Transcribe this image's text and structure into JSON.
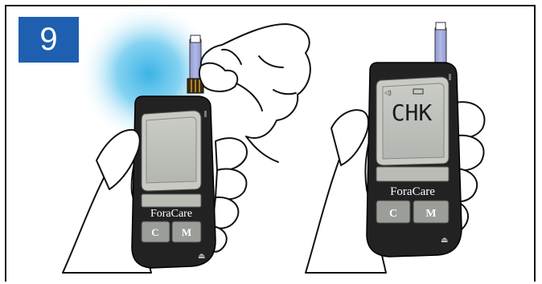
{
  "step": {
    "number": "9"
  },
  "left_meter": {
    "brand": "ForaCare",
    "button_c": "C",
    "button_m": "M",
    "display": ""
  },
  "right_meter": {
    "brand": "ForaCare",
    "button_c": "C",
    "button_m": "M",
    "display": "CHK"
  },
  "colors": {
    "badge_blue": "#1f5fb0",
    "glow_blue": "#39b3e6",
    "strip_lavender": "#9ea7dc",
    "meter_body": "#222222",
    "screen_gray": "#bfc2bd"
  }
}
